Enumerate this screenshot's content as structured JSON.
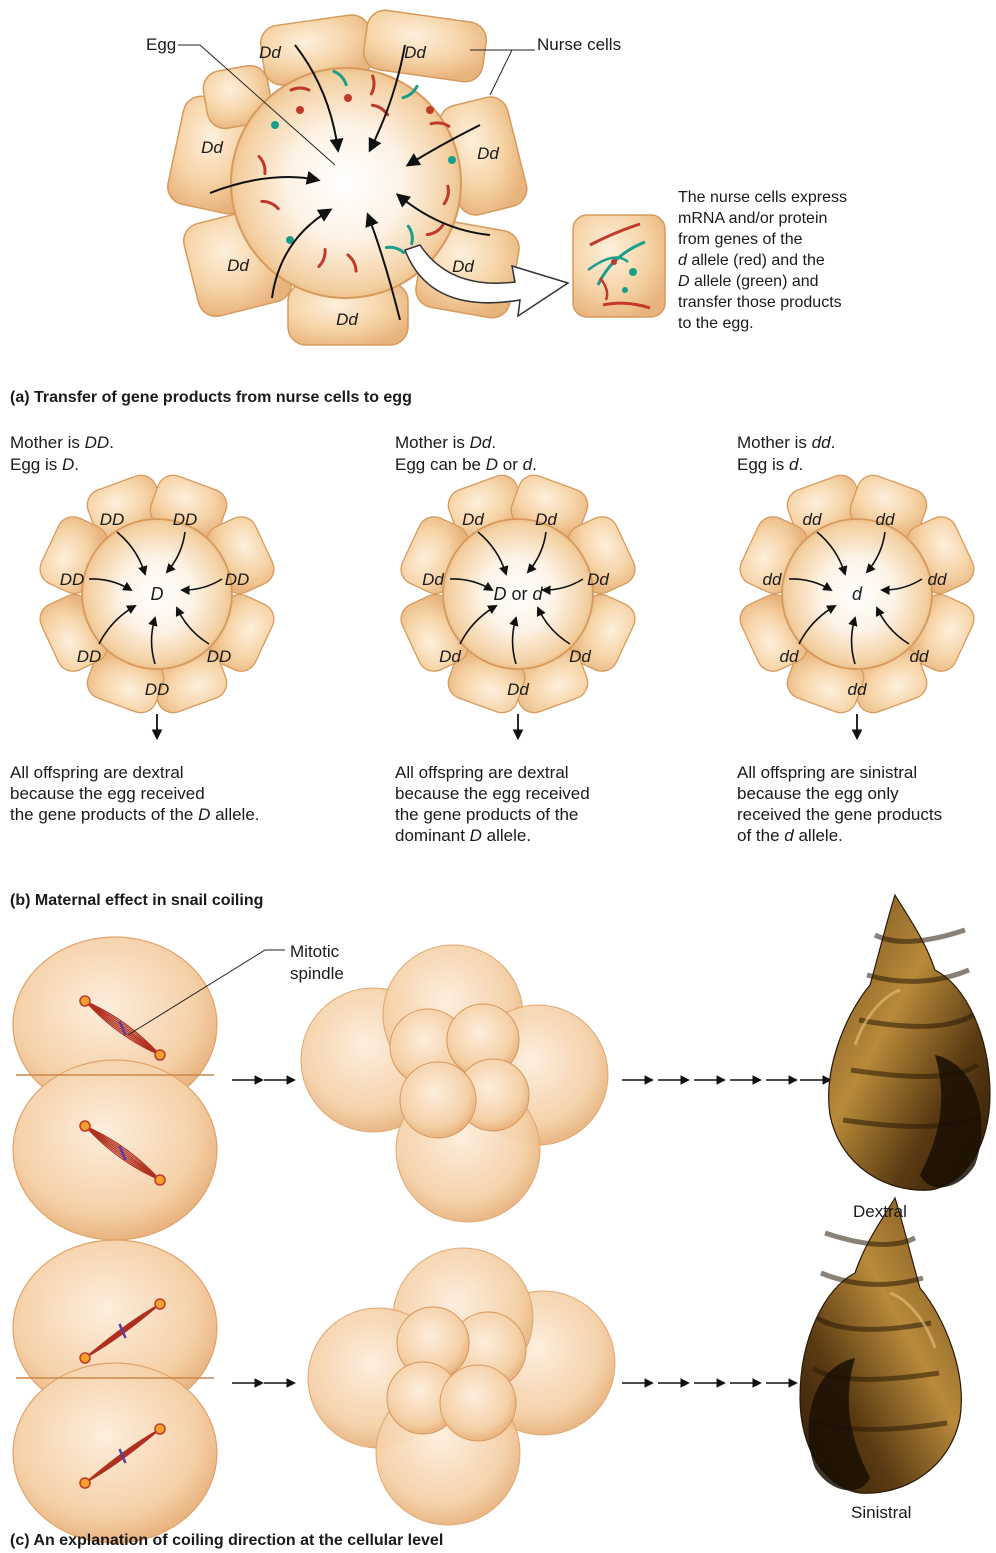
{
  "panel_a": {
    "egg_label": "Egg",
    "nurse_cells_label": "Nurse cells",
    "nurse_genotype": "Dd",
    "description": [
      "The nurse cells express",
      "mRNA and/or protein",
      "from genes of the",
      "d allele (red) and the",
      "D allele (green) and",
      "transfer those products",
      "to the egg."
    ],
    "caption": "(a) Transfer of gene products from nurse cells to egg",
    "colors": {
      "d_allele": "#c0392b",
      "D_allele": "#1a9e8a"
    }
  },
  "panel_b": {
    "cases": [
      {
        "mother_line": [
          "Mother is ",
          "DD",
          "."
        ],
        "egg_line": [
          "Egg is ",
          "D",
          "."
        ],
        "nurse_genotype": "DD",
        "center_label": [
          "D"
        ],
        "outcome": [
          "All offspring are dextral",
          "because the egg received",
          "the gene products of the ",
          "D",
          " allele."
        ]
      },
      {
        "mother_line": [
          "Mother is ",
          "Dd",
          "."
        ],
        "egg_line": [
          "Egg can be ",
          "D",
          " or ",
          "d",
          "."
        ],
        "nurse_genotype": "Dd",
        "center_label": [
          "D",
          " or ",
          "d"
        ],
        "outcome": [
          "All offspring are dextral",
          "because the egg received",
          "the gene products of the",
          "dominant ",
          "D",
          " allele."
        ]
      },
      {
        "mother_line": [
          "Mother is ",
          "dd",
          "."
        ],
        "egg_line": [
          "Egg is ",
          "d",
          "."
        ],
        "nurse_genotype": "dd",
        "center_label": [
          "d"
        ],
        "outcome": [
          "All offspring are sinistral",
          "because the egg only",
          "received the gene products",
          "of the ",
          "d",
          " allele."
        ]
      }
    ],
    "caption": "(b) Maternal effect in snail coiling"
  },
  "panel_c": {
    "spindle_label": [
      "Mitotic",
      "spindle"
    ],
    "dextral_label": "Dextral",
    "sinistral_label": "Sinistral",
    "caption": "(c) An explanation of coiling direction at the cellular level"
  }
}
